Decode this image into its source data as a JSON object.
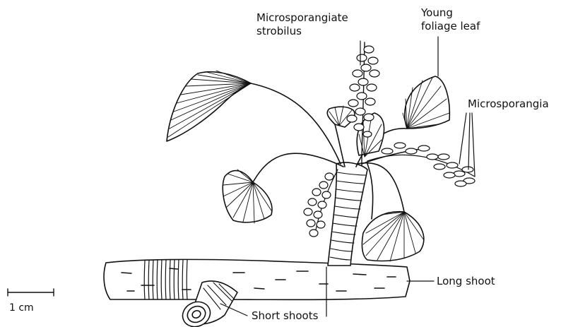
{
  "labels": {
    "microsporangiate_strobilus_line1": "Microsporangiate",
    "microsporangiate_strobilus_line2": "strobilus",
    "young_foliage_leaf_line1": "Young",
    "young_foliage_leaf_line2": "foliage leaf",
    "microsporangia": "Microsporangia",
    "long_shoot": "Long shoot",
    "short_shoots": "Short shoots"
  },
  "scale_bar": {
    "label": "1 cm"
  }
}
